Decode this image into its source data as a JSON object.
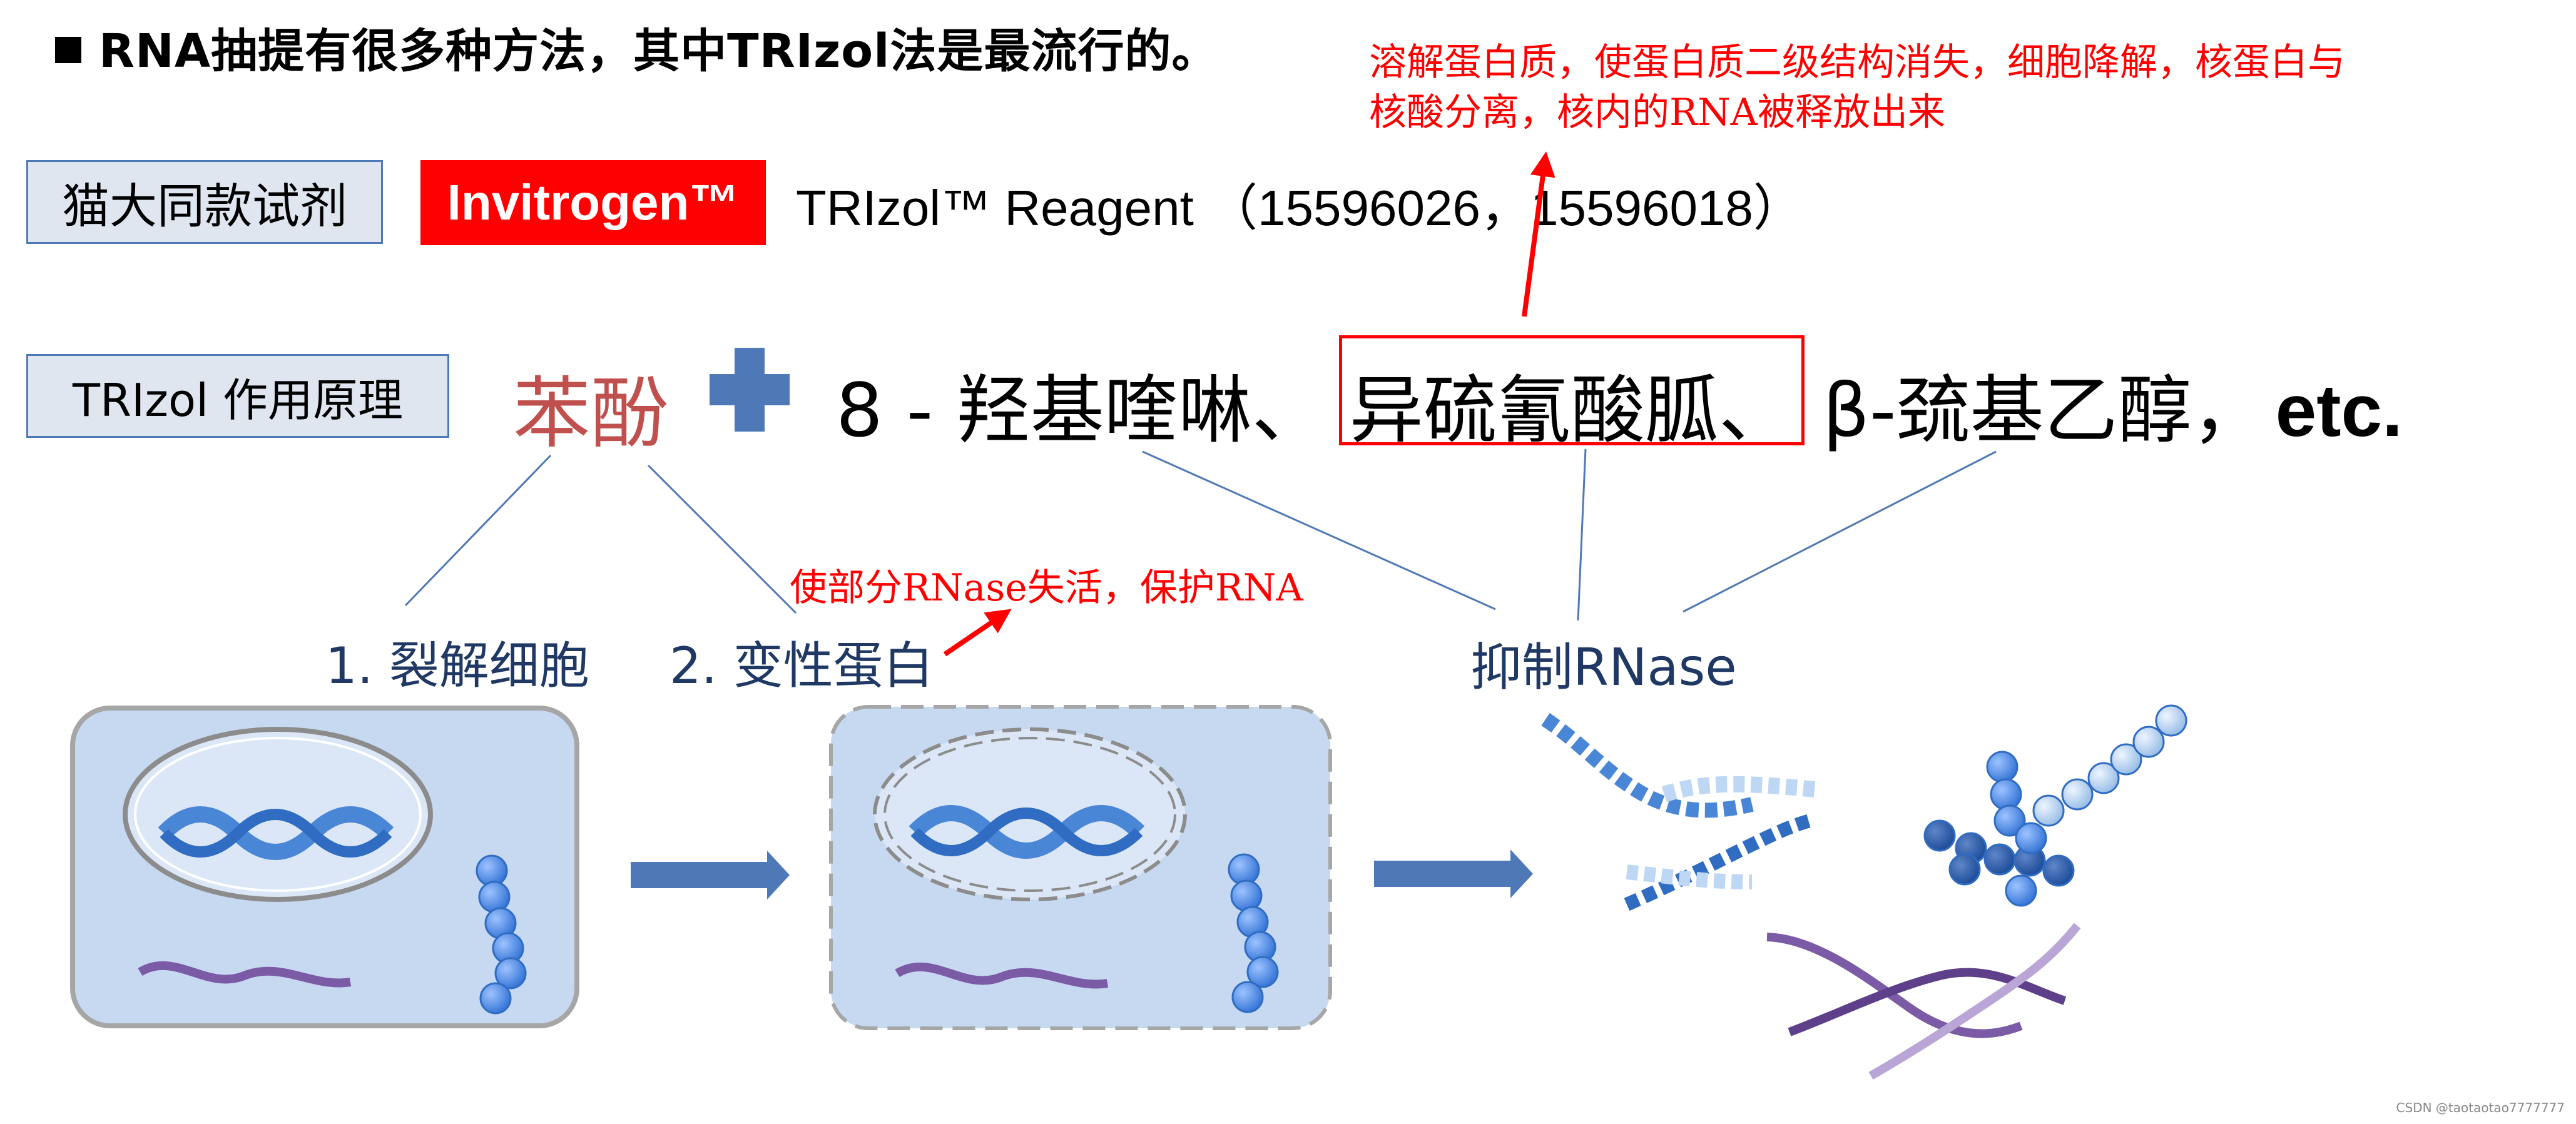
{
  "title": "RNA抽提有很多种方法，其中TRIzol法是最流行的。",
  "reagent_row": {
    "tag": "猫大同款试剂",
    "brand": "Invitrogen™",
    "product": "TRIzol™ Reagent （15596026，15596018）"
  },
  "principle_row": {
    "tag": "TRIzol 作用原理",
    "phenol": "苯酚",
    "compounds_prefix": "8 - 羟基喹啉、",
    "highlighted": "异硫氰酸胍、",
    "compounds_suffix": "β-巯基乙醇，",
    "etc": "etc."
  },
  "annotations": {
    "top_note_line1": "溶解蛋白质，使蛋白质二级结构消失，细胞降解，核蛋白与",
    "top_note_line2": "核酸分离，核内的RNA被释放出来",
    "mid_note": "使部分RNase失活，保护RNA"
  },
  "steps": {
    "step1": "1. 裂解细胞",
    "step2": "2. 变性蛋白",
    "step3": "抑制RNase"
  },
  "watermark": "CSDN @taotaotao7777777",
  "colors": {
    "red": "#ff0000",
    "phenol_red": "#c0504d",
    "step_blue": "#1f3864",
    "plus_blue": "#4f79b6",
    "cell_fill": "#c6d9f1"
  }
}
